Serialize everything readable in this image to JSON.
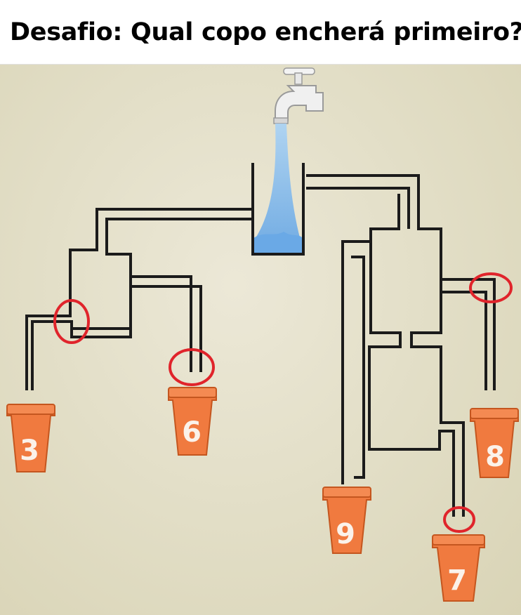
{
  "title": "Desafio: Qual copo encherá primeiro?",
  "cups": [
    {
      "id": "cup-3",
      "label": "3"
    },
    {
      "id": "cup-6",
      "label": "6"
    },
    {
      "id": "cup-9",
      "label": "9"
    },
    {
      "id": "cup-7",
      "label": "7"
    },
    {
      "id": "cup-8",
      "label": "8"
    }
  ],
  "colors": {
    "pipe": "#1b1b1b",
    "cup": "#f07a3f",
    "water": "#7fb8ec",
    "highlight_circle": "#e0242b",
    "background": "#e3dfc8"
  }
}
